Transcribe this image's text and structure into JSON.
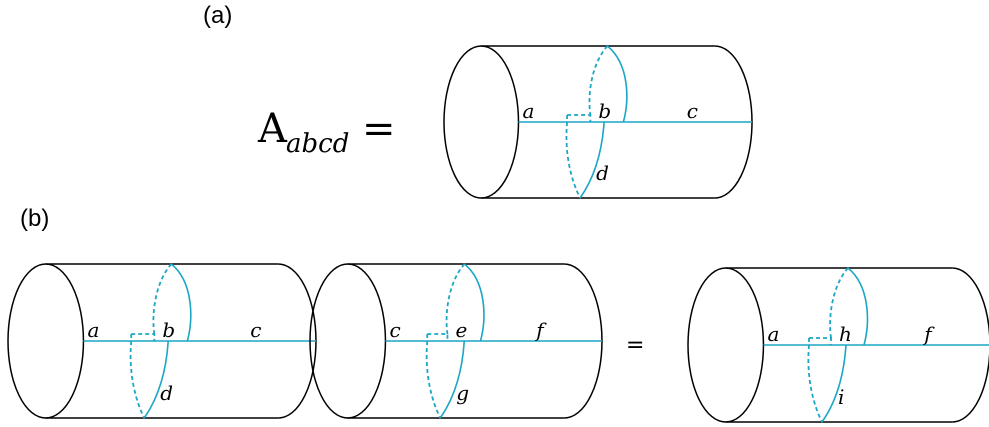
{
  "panels": {
    "a_label": "(a)",
    "b_label": "(b)"
  },
  "equation_a": {
    "lhs_main": "A",
    "lhs_sub": "abcd",
    "equals": "="
  },
  "equation_b": {
    "equals": "="
  },
  "colors": {
    "leg": "#1aa6c4",
    "outline": "#000000"
  },
  "cylinders": [
    {
      "id": "a-main",
      "left": "a",
      "mid": "b",
      "right": "c",
      "bottom": "d"
    },
    {
      "id": "b-first",
      "left": "a",
      "mid": "b",
      "right": "c",
      "bottom": "d"
    },
    {
      "id": "b-second",
      "left": "c",
      "mid": "e",
      "right": "f",
      "bottom": "g"
    },
    {
      "id": "b-result",
      "left": "a",
      "mid": "h",
      "right": "f",
      "bottom": "i"
    }
  ]
}
